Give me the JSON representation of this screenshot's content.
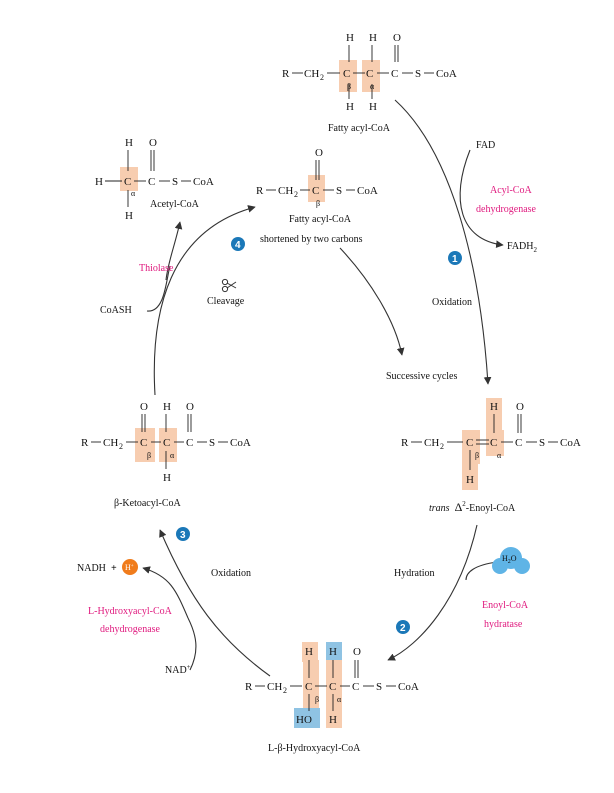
{
  "colors": {
    "enzyme": "#e0197e",
    "highlight_orange": "#f7cdb0",
    "highlight_blue": "#8fc3e3",
    "step_badge": "#1b78b8",
    "proton_badge": "#f07c1c",
    "water": "#5fb4e6",
    "arrow": "#333333"
  },
  "atoms": {
    "H": "H",
    "O": "O",
    "C": "C",
    "R": "R",
    "CH": "CH",
    "sub2": "2",
    "S": "S",
    "CoA": "CoA",
    "HO": "HO",
    "beta": "β",
    "alpha": "α"
  },
  "molecules": {
    "fatty_acyl_coa": "Fatty acyl-CoA",
    "shortened_line1": "Fatty acyl-CoA",
    "shortened_line2": "shortened by two carbons",
    "acetyl_coa": "Acetyl-CoA",
    "trans_italic": "trans",
    "delta": "Δ",
    "delta_sup": "2",
    "enoyl_suffix": "-Enoyl-CoA",
    "hydroxyacyl": "L-β-Hydroxyacyl-CoA",
    "ketoacyl": "β-Ketoacyl-CoA"
  },
  "enzymes": {
    "acyl_coa_dh_line1": "Acyl-CoA",
    "acyl_coa_dh_line2": "dehydrogenase",
    "enoyl_hydratase_line1": "Enoyl-CoA",
    "enoyl_hydratase_line2": "hydratase",
    "hydroxyacyl_dh_line1": "L-Hydroxyacyl-CoA",
    "hydroxyacyl_dh_line2": "dehydrogenase",
    "thiolase": "Thiolase"
  },
  "cofactors": {
    "fad": "FAD",
    "fadh": "FADH",
    "fadh_sub": "2",
    "water": "H",
    "water_sub": "2",
    "water_o": "O",
    "nad_plus": "NAD",
    "nad_sup": "+",
    "nadh": "NADH",
    "plus": "+",
    "proton": "H",
    "proton_sup": "+",
    "coash": "CoASH"
  },
  "steps": {
    "oxidation_1": "Oxidation",
    "hydration": "Hydration",
    "oxidation_3": "Oxidation",
    "cleavage": "Cleavage",
    "successive_cycles": "Successive cycles",
    "badge_1": "1",
    "badge_2": "2",
    "badge_3": "3",
    "badge_4": "4"
  },
  "icons": [
    "scissors-icon"
  ]
}
